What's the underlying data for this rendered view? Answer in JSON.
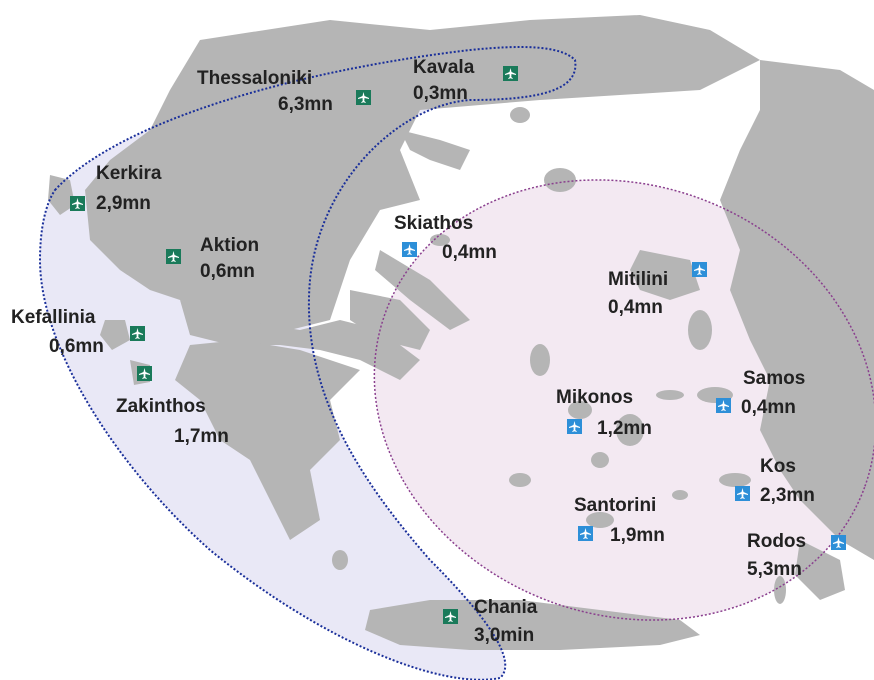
{
  "airports": [
    {
      "id": "thessaloniki",
      "name": "Thessaloniki",
      "value": "6,3mn",
      "group": "west"
    },
    {
      "id": "kavala",
      "name": "Kavala",
      "value": "0,3mn",
      "group": "west"
    },
    {
      "id": "kerkira",
      "name": "Kerkira",
      "value": "2,9mn",
      "group": "west"
    },
    {
      "id": "aktion",
      "name": "Aktion",
      "value": "0,6mn",
      "group": "west"
    },
    {
      "id": "kefallinia",
      "name": "Kefallinia",
      "value": "0,6mn",
      "group": "west"
    },
    {
      "id": "zakinthos",
      "name": "Zakinthos",
      "value": "1,7mn",
      "group": "west"
    },
    {
      "id": "chania",
      "name": "Chania",
      "value": "3,0min",
      "group": "west"
    },
    {
      "id": "skiathos",
      "name": "Skiathos",
      "value": "0,4mn",
      "group": "east"
    },
    {
      "id": "mitilini",
      "name": "Mitilini",
      "value": "0,4mn",
      "group": "east"
    },
    {
      "id": "mikonos",
      "name": "Mikonos",
      "value": "1,2mn",
      "group": "east"
    },
    {
      "id": "samos",
      "name": "Samos",
      "value": "0,4mn",
      "group": "east"
    },
    {
      "id": "kos",
      "name": "Kos",
      "value": "2,3mn",
      "group": "east"
    },
    {
      "id": "santorini",
      "name": "Santorini",
      "value": "1,9mn",
      "group": "east"
    },
    {
      "id": "rodos",
      "name": "Rodos",
      "value": "5,3mn",
      "group": "east"
    }
  ],
  "groups": {
    "west": {
      "icon": "airplane-icon",
      "icon_color": "#1a7a5a",
      "outline_color": "#1a2f9a",
      "fill_color": "#e9e8f6"
    },
    "east": {
      "icon": "airplane-icon",
      "icon_color": "#2d8fd8",
      "outline_color": "#8a3f8e",
      "fill_color": "#f3e9f2"
    }
  },
  "map": {
    "land_color": "#b5b5b5",
    "land_dark_color": "#9d9d9d"
  }
}
